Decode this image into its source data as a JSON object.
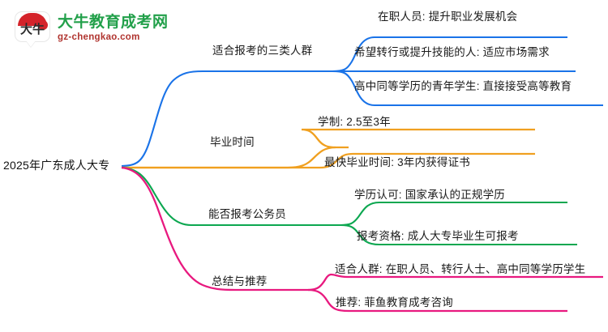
{
  "logo": {
    "mark_text": "大牛",
    "title": "大牛教育成考网",
    "subtitle": "gz-chengkao.com",
    "title_color": "#22a04a",
    "subtitle_color": "#b0342f",
    "mark_color": "#d4232a"
  },
  "mindmap": {
    "root": {
      "label": "2025年广东成人大专"
    },
    "branches": [
      {
        "label": "适合报考的三类人群",
        "color": "#1a73e8",
        "children": [
          {
            "label": "在职人员: 提升职业发展机会"
          },
          {
            "label": "希望转行或提升技能的人: 适应市场需求"
          },
          {
            "label": "高中同等学历的青年学生: 直接接受高等教育"
          }
        ]
      },
      {
        "label": "毕业时间",
        "color": "#f0a020",
        "children": [
          {
            "label": "学制: 2.5至3年"
          },
          {
            "label": "最快毕业时间: 3年内获得证书"
          }
        ]
      },
      {
        "label": "能否报考公务员",
        "color": "#0ca750",
        "children": [
          {
            "label": "学历认可: 国家承认的正规学历"
          },
          {
            "label": "报考资格: 成人大专毕业生可报考"
          }
        ]
      },
      {
        "label": "总结与推荐",
        "color": "#e8197f",
        "children": [
          {
            "label": "适合人群: 在职人员、转行人士、高中同等学历学生"
          },
          {
            "label": "推荐: 菲鱼教育成考咨询"
          }
        ]
      }
    ]
  }
}
